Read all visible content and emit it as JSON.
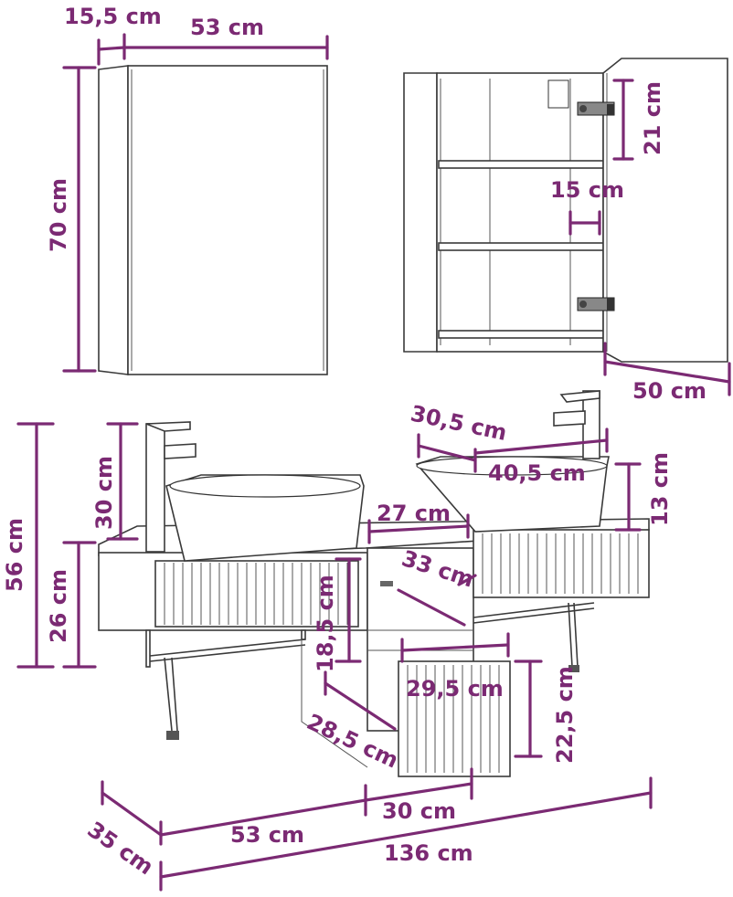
{
  "accent_color": "#7b2a73",
  "dimensions": {
    "cabinet_depth": "15,5 cm",
    "cabinet_width": "53 cm",
    "cabinet_height": "70 cm",
    "shelf_top_gap": "21 cm",
    "shelf_gap": "15 cm",
    "door_width": "50 cm",
    "basin_depth": "30,5 cm",
    "basin_width": "40,5 cm",
    "basin_height": "13 cm",
    "faucet_height": "30 cm",
    "total_height": "56 cm",
    "counter_height": "26 cm",
    "middle_top_width": "27 cm",
    "middle_depth": "33 cm",
    "middle_open_height": "18,5 cm",
    "drawer_width": "29,5 cm",
    "drawer_height": "22,5 cm",
    "drawer_depth": "28,5 cm",
    "vanity_depth": "35 cm",
    "left_width": "53 cm",
    "middle_width": "30 cm",
    "total_width": "136 cm"
  }
}
